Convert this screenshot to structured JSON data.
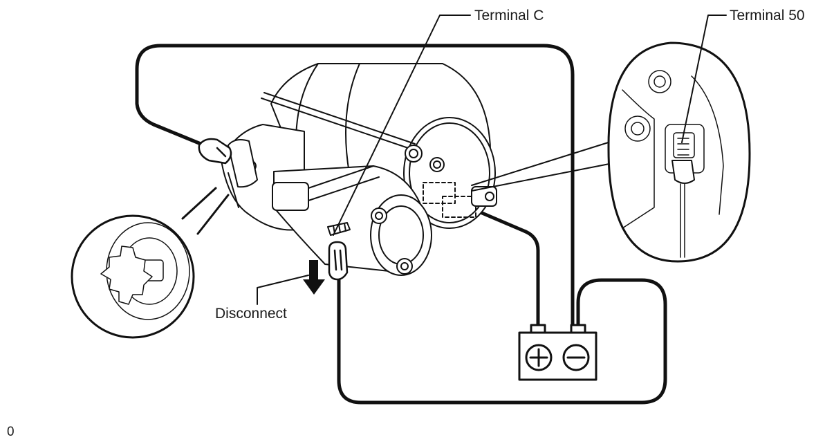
{
  "labels": {
    "terminal_c": "Terminal C",
    "terminal_50": "Terminal 50",
    "disconnect": "Disconnect"
  },
  "battery": {
    "positive_symbol": "+",
    "negative_symbol": "−"
  },
  "figure_code": "0",
  "colors": {
    "line": "#111111",
    "background": "#ffffff"
  }
}
